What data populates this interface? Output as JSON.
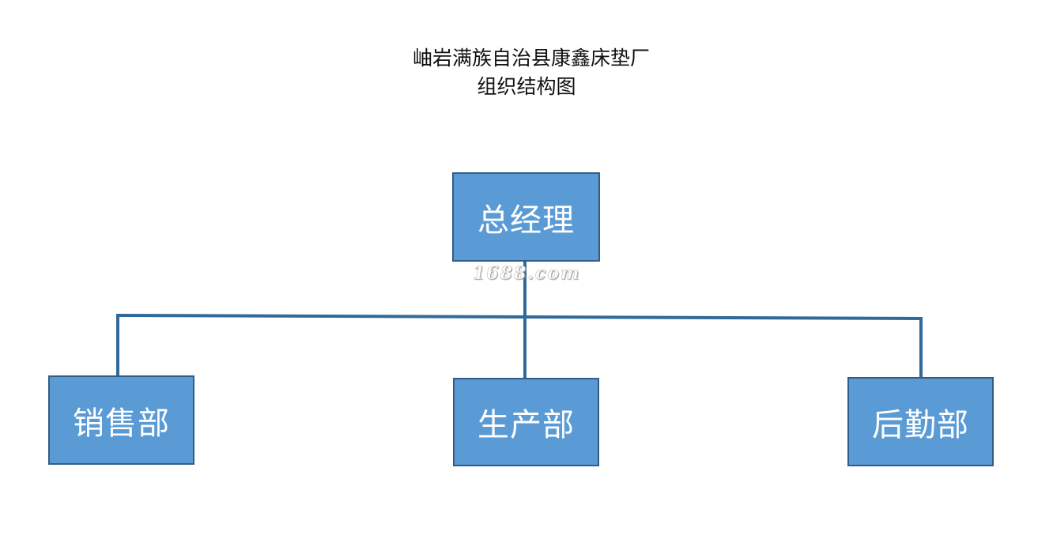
{
  "title": {
    "line1": "岫岩满族自治县康鑫床垫厂",
    "line2": "组织结构图"
  },
  "nodes": {
    "general_manager": "总经理",
    "sales": "销售部",
    "production": "生产部",
    "logistics": "后勤部"
  },
  "watermark": "1688.com",
  "colors": {
    "box_fill": "#5b9bd5",
    "box_border": "#2f5d87",
    "connector": "#2f6a9a",
    "box_text": "#ffffff",
    "title_text": "#111111"
  }
}
